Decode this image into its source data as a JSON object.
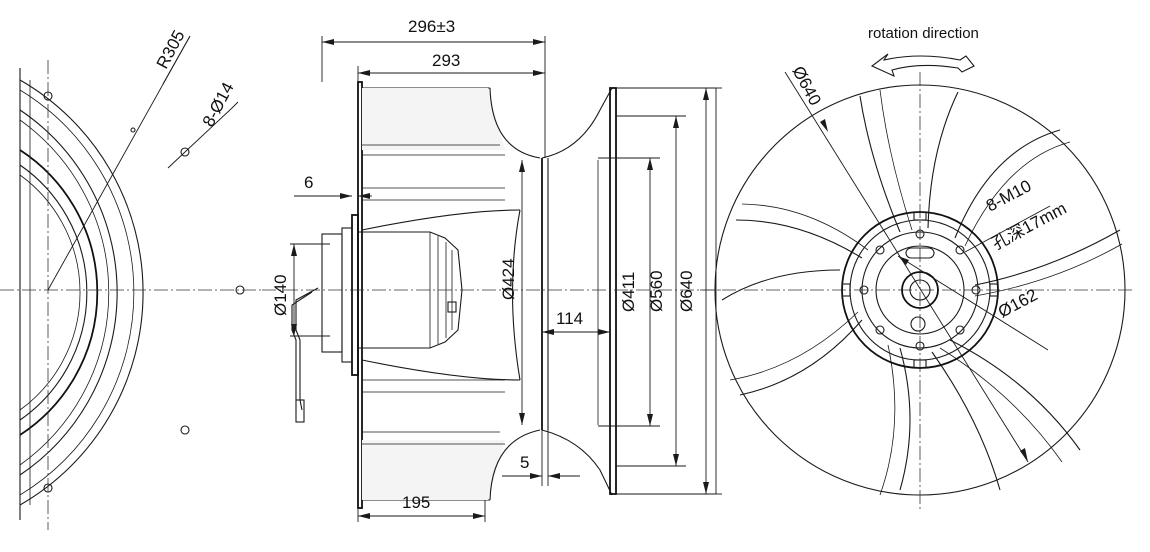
{
  "dimensions": {
    "r305": "R305",
    "holes_8_d14": "8-Ø14",
    "d140": "Ø140",
    "six": "6",
    "len_296": "296±3",
    "len_293": "293",
    "d424": "Ø424",
    "len_114": "114",
    "d411": "Ø411",
    "d560": "Ø560",
    "d640_side": "Ø640",
    "five": "5",
    "len_195": "195",
    "d640_front": "Ø640",
    "m10": "8-M10",
    "depth": "孔深17mm",
    "d162": "Ø162"
  },
  "labels": {
    "rotation": "rotation direction"
  },
  "icons": {
    "rotation_arrow": "curved-arrow-left-icon"
  }
}
